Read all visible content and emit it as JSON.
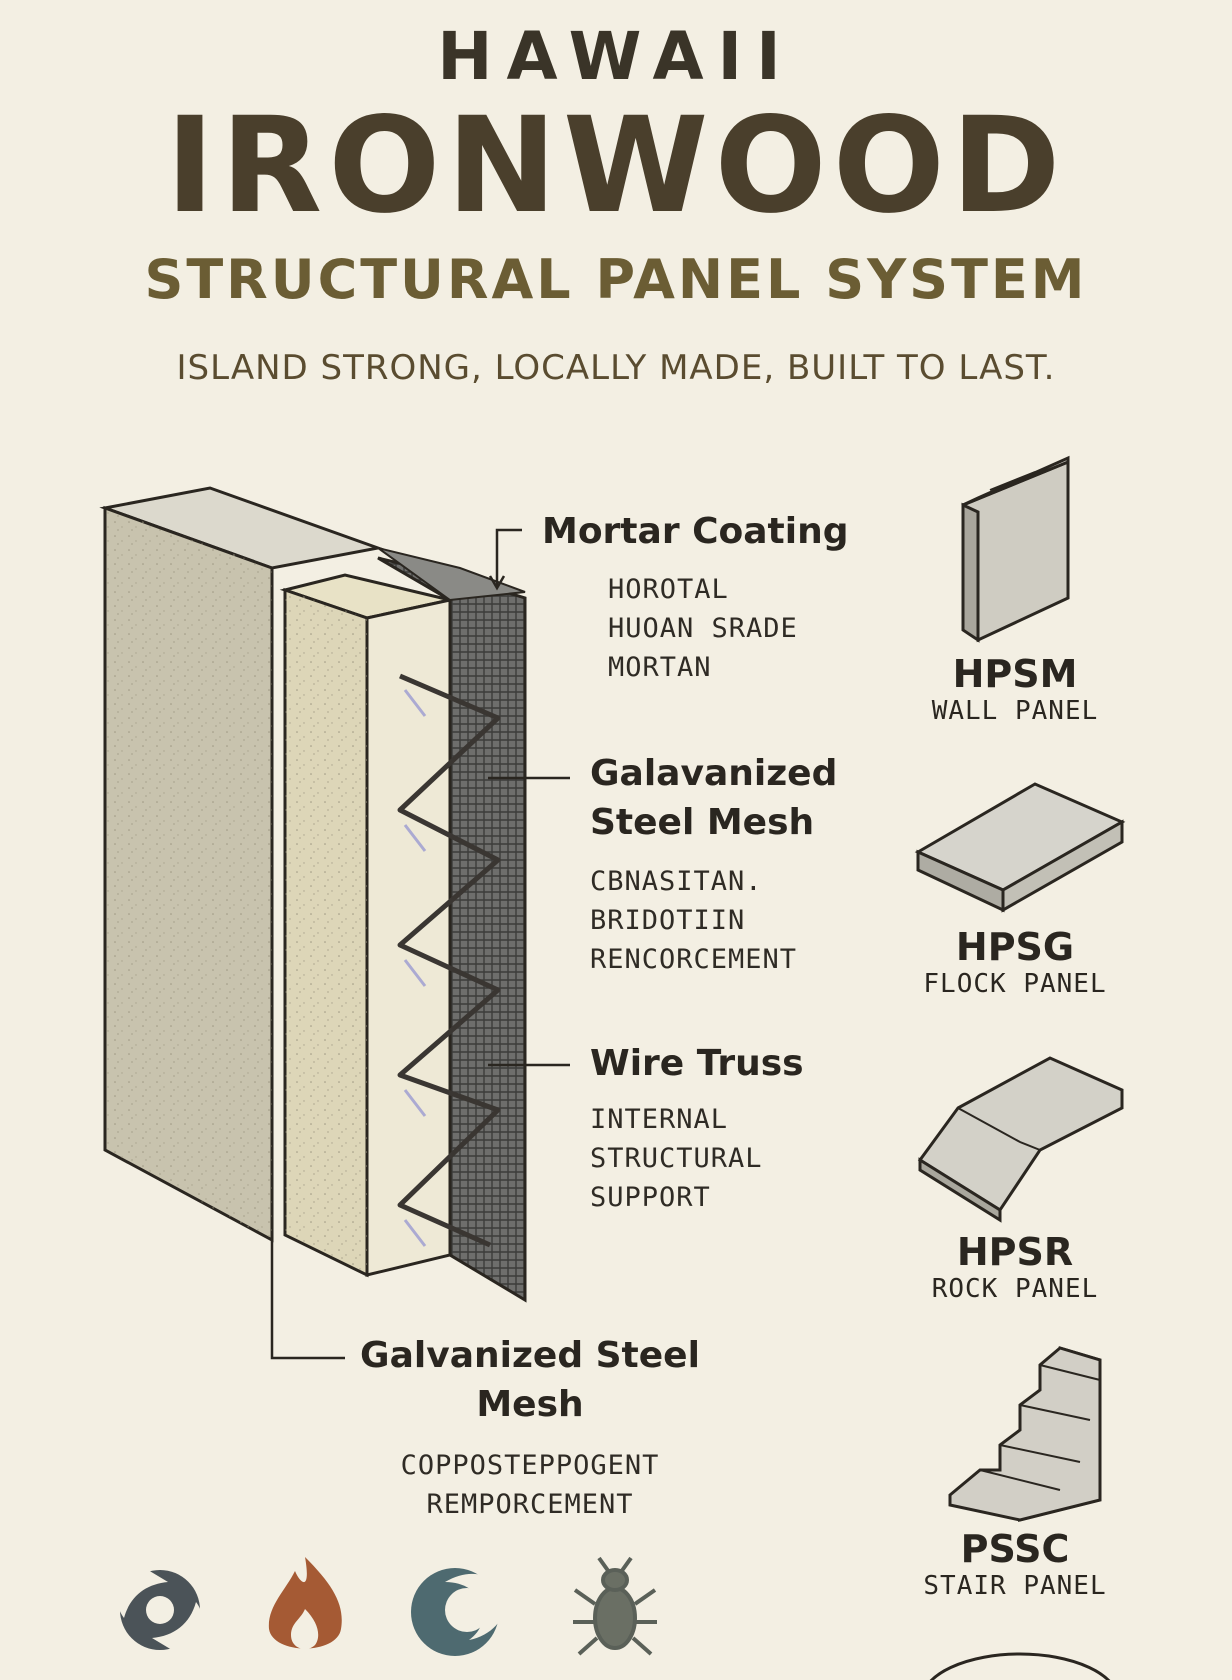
{
  "header": {
    "pre_title": "HAWAII",
    "title": "IRONWOOD",
    "subtitle": "STRUCTURAL PANEL SYSTEM",
    "tagline": "ISLAND STRONG, LOCALLY MADE, BUILT TO LAST."
  },
  "callouts": [
    {
      "title": "Mortar Coating",
      "lines": [
        "HOROTAL",
        "HUOAN SRADE",
        "MORTAN"
      ]
    },
    {
      "title_line1": "Galavanized",
      "title_line2": "Steel Mesh",
      "lines": [
        "CBNASITAN.",
        "BRIDOTIIN",
        "RENCORCEMENT"
      ]
    },
    {
      "title": "Wire Truss",
      "lines": [
        "INTERNAL",
        "STRUCTURAL",
        "SUPPORT"
      ]
    },
    {
      "title_line1": "Galvanized Steel",
      "title_line2": "Mesh",
      "lines": [
        "COPPOSTEPPOGENT",
        "REMPORCEMENT"
      ]
    }
  ],
  "products": [
    {
      "code": "HPSM",
      "name": "WALL PANEL"
    },
    {
      "code": "HPSG",
      "name": "FLOCK PANEL"
    },
    {
      "code": "HPSR",
      "name": "ROCK PANEL"
    },
    {
      "code": "PSSC",
      "name": "STAIR PANEL"
    }
  ],
  "icons": [
    "hurricane-icon",
    "fire-icon",
    "wave-icon",
    "termite-icon"
  ],
  "colors": {
    "background": "#f3efe3",
    "title_brown": "#4a3f2c",
    "subtitle_olive": "#6b5d34",
    "icon_slate": "#4b5358",
    "icon_rust": "#a55a34",
    "icon_teal": "#4e6a70"
  }
}
